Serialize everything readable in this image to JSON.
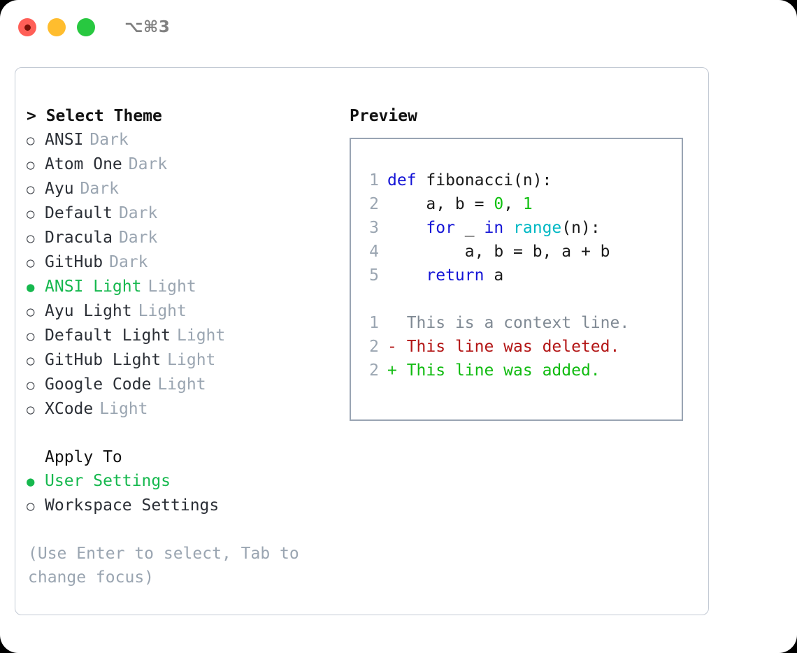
{
  "window": {
    "traffic_lights": [
      {
        "name": "close",
        "color": "#ff5f57"
      },
      {
        "name": "minimize",
        "color": "#ffbd2e"
      },
      {
        "name": "maximize",
        "color": "#28c840"
      }
    ],
    "shortcut": "⌥⌘3"
  },
  "theme_picker": {
    "title": "> Select Theme",
    "items": [
      {
        "bullet": "○",
        "label": "ANSI",
        "suffix": "Dark",
        "selected": false
      },
      {
        "bullet": "○",
        "label": "Atom One",
        "suffix": "Dark",
        "selected": false
      },
      {
        "bullet": "○",
        "label": "Ayu",
        "suffix": "Dark",
        "selected": false
      },
      {
        "bullet": "○",
        "label": "Default",
        "suffix": "Dark",
        "selected": false
      },
      {
        "bullet": "○",
        "label": "Dracula",
        "suffix": "Dark",
        "selected": false
      },
      {
        "bullet": "○",
        "label": "GitHub",
        "suffix": "Dark",
        "selected": false
      },
      {
        "bullet": "●",
        "label": "ANSI Light",
        "suffix": "Light",
        "selected": true
      },
      {
        "bullet": "○",
        "label": "Ayu Light",
        "suffix": "Light",
        "selected": false
      },
      {
        "bullet": "○",
        "label": "Default Light",
        "suffix": "Light",
        "selected": false
      },
      {
        "bullet": "○",
        "label": "GitHub Light",
        "suffix": "Light",
        "selected": false
      },
      {
        "bullet": "○",
        "label": "Google Code",
        "suffix": "Light",
        "selected": false
      },
      {
        "bullet": "○",
        "label": "XCode",
        "suffix": "Light",
        "selected": false
      }
    ]
  },
  "apply_to": {
    "heading": "Apply To",
    "items": [
      {
        "bullet": "●",
        "label": "User Settings",
        "selected": true
      },
      {
        "bullet": "○",
        "label": "Workspace Settings",
        "selected": false
      }
    ]
  },
  "hint": "(Use Enter to select, Tab to change focus)",
  "preview": {
    "title": "Preview",
    "code_lines": [
      {
        "no": "1",
        "tokens": [
          {
            "t": "def",
            "c": "kw"
          },
          {
            "t": " fibonacci(n):",
            "c": "plain"
          }
        ]
      },
      {
        "no": "2",
        "tokens": [
          {
            "t": "    a, b = ",
            "c": "plain"
          },
          {
            "t": "0",
            "c": "num"
          },
          {
            "t": ", ",
            "c": "plain"
          },
          {
            "t": "1",
            "c": "num"
          }
        ]
      },
      {
        "no": "3",
        "tokens": [
          {
            "t": "    ",
            "c": "plain"
          },
          {
            "t": "for",
            "c": "kw"
          },
          {
            "t": " _ ",
            "c": "plain"
          },
          {
            "t": "in",
            "c": "kw"
          },
          {
            "t": " ",
            "c": "plain"
          },
          {
            "t": "range",
            "c": "fn"
          },
          {
            "t": "(n):",
            "c": "plain"
          }
        ]
      },
      {
        "no": "4",
        "tokens": [
          {
            "t": "        a, b = b, a + b",
            "c": "plain"
          }
        ]
      },
      {
        "no": "5",
        "tokens": [
          {
            "t": "    ",
            "c": "plain"
          },
          {
            "t": "return",
            "c": "kw"
          },
          {
            "t": " a",
            "c": "plain"
          }
        ]
      }
    ],
    "diff_lines": [
      {
        "no": "1",
        "marker": "  ",
        "text": "This is a context line.",
        "kind": "ctx"
      },
      {
        "no": "2",
        "marker": "- ",
        "text": "This line was deleted.",
        "kind": "del"
      },
      {
        "no": "2",
        "marker": "+ ",
        "text": "This line was added.",
        "kind": "add"
      }
    ]
  },
  "colors": {
    "accent_green": "#16b84e",
    "muted": "#9aa5b1",
    "keyword": "#1414d6",
    "function": "#00b8c4",
    "number": "#10c010",
    "diff_add": "#10bb10",
    "diff_del": "#b31515",
    "border": "#99a4b3"
  }
}
